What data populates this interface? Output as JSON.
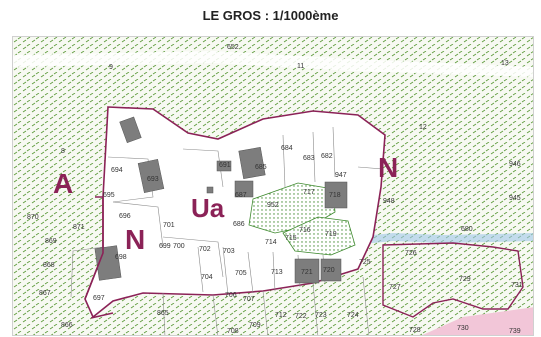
{
  "title": "LE GROS : 1/1000ème",
  "zones": [
    {
      "id": "A",
      "label": "A"
    },
    {
      "id": "N-left",
      "label": "N"
    },
    {
      "id": "Ua",
      "label": "Ua"
    },
    {
      "id": "N-right",
      "label": "N"
    }
  ],
  "parcels": [
    "652",
    "9",
    "11",
    "13",
    "12",
    "8",
    "693",
    "694",
    "695",
    "696",
    "870",
    "871",
    "869",
    "868",
    "867",
    "698",
    "697",
    "866",
    "865",
    "699",
    "700",
    "701",
    "702",
    "703",
    "704",
    "705",
    "706",
    "707",
    "708",
    "709",
    "712",
    "722",
    "723",
    "724",
    "684",
    "683",
    "682",
    "685",
    "687",
    "947",
    "717",
    "718",
    "952",
    "686",
    "714",
    "715",
    "716",
    "719",
    "713",
    "721",
    "720",
    "726",
    "727",
    "725",
    "728",
    "729",
    "730",
    "731",
    "739",
    "946",
    "945",
    "948",
    "680",
    "691"
  ],
  "colors": {
    "zone_boundary": "#8b2257",
    "zone_label": "#8b2257",
    "hatch_green": "#5c9a3a",
    "building": "#7d7d7d",
    "water": "#9ec7e8",
    "pink_zone": "#f2c6d8"
  }
}
